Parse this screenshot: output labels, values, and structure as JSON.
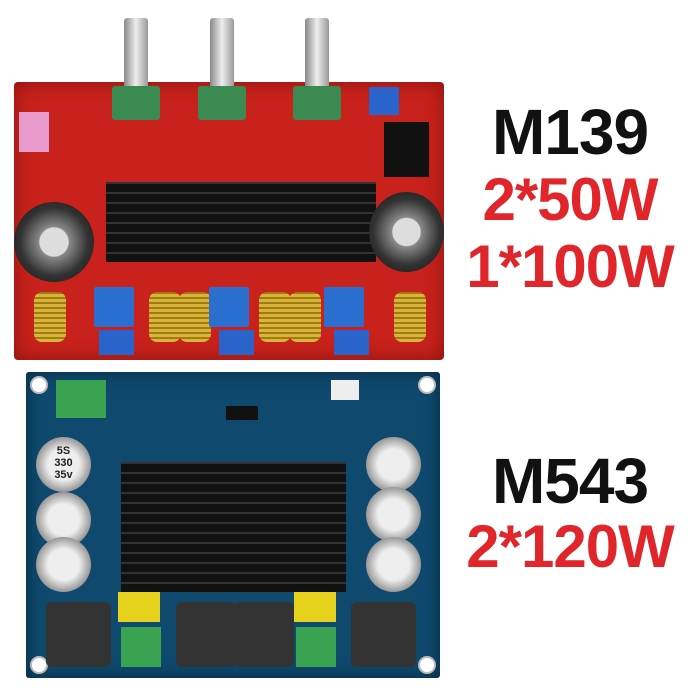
{
  "products": [
    {
      "model": "M139",
      "specs": [
        "2*50W",
        "1*100W"
      ]
    },
    {
      "model": "M543",
      "specs": [
        "2*120W"
      ]
    }
  ],
  "capacitor_marking": [
    "5S",
    "330",
    "35v"
  ],
  "colors": {
    "model_text": "#111111",
    "spec_text": "#e0262b",
    "board_red": "#c9221c",
    "board_blue": "#0f4a6e"
  }
}
